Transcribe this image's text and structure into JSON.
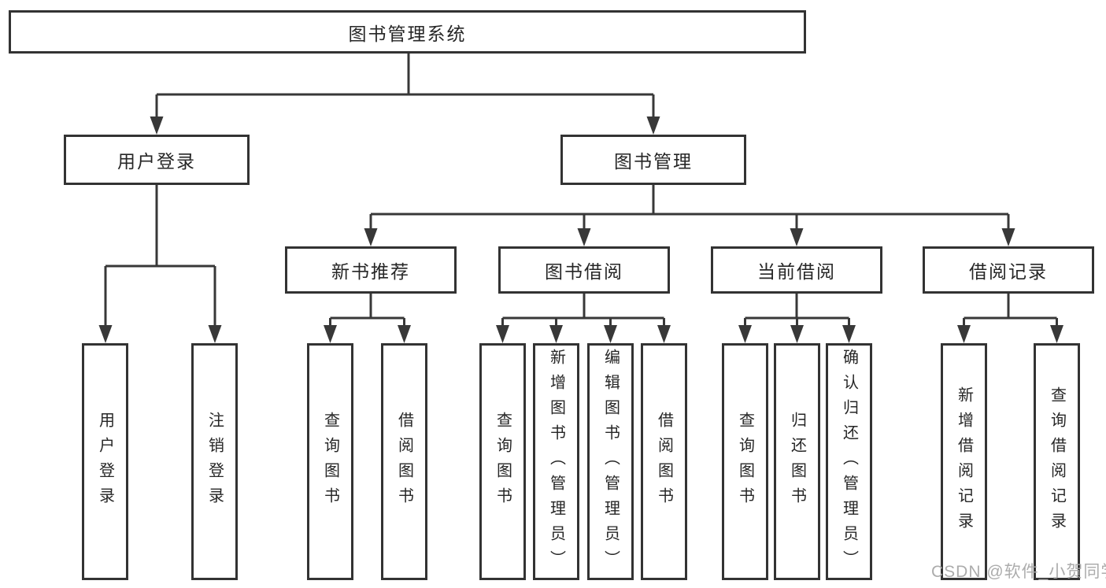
{
  "tree": {
    "root": {
      "label": "图书管理系统",
      "children": [
        {
          "label": "用户登录",
          "children": [
            {
              "label": "用户登录"
            },
            {
              "label": "注销登录"
            }
          ]
        },
        {
          "label": "图书管理",
          "children": [
            {
              "label": "新书推荐",
              "children": [
                {
                  "label": "查询图书"
                },
                {
                  "label": "借阅图书"
                }
              ]
            },
            {
              "label": "图书借阅",
              "children": [
                {
                  "label": "查询图书"
                },
                {
                  "label": "新增图书（管理员）"
                },
                {
                  "label": "编辑图书（管理员）"
                },
                {
                  "label": "借阅图书"
                }
              ]
            },
            {
              "label": "当前借阅",
              "children": [
                {
                  "label": "查询图书"
                },
                {
                  "label": "归还图书"
                },
                {
                  "label": "确认归还（管理员）"
                }
              ]
            },
            {
              "label": "借阅记录",
              "children": [
                {
                  "label": "新增借阅记录"
                },
                {
                  "label": "查询借阅记录"
                }
              ]
            }
          ]
        }
      ]
    }
  },
  "watermark": {
    "text": "CSDN @软件_小贺同学"
  },
  "colors": {
    "background": "#ffffff",
    "box_border": "#333333",
    "connector_line": "#383838",
    "label_text": "#262626",
    "watermark_text": "#a8a8a8"
  }
}
